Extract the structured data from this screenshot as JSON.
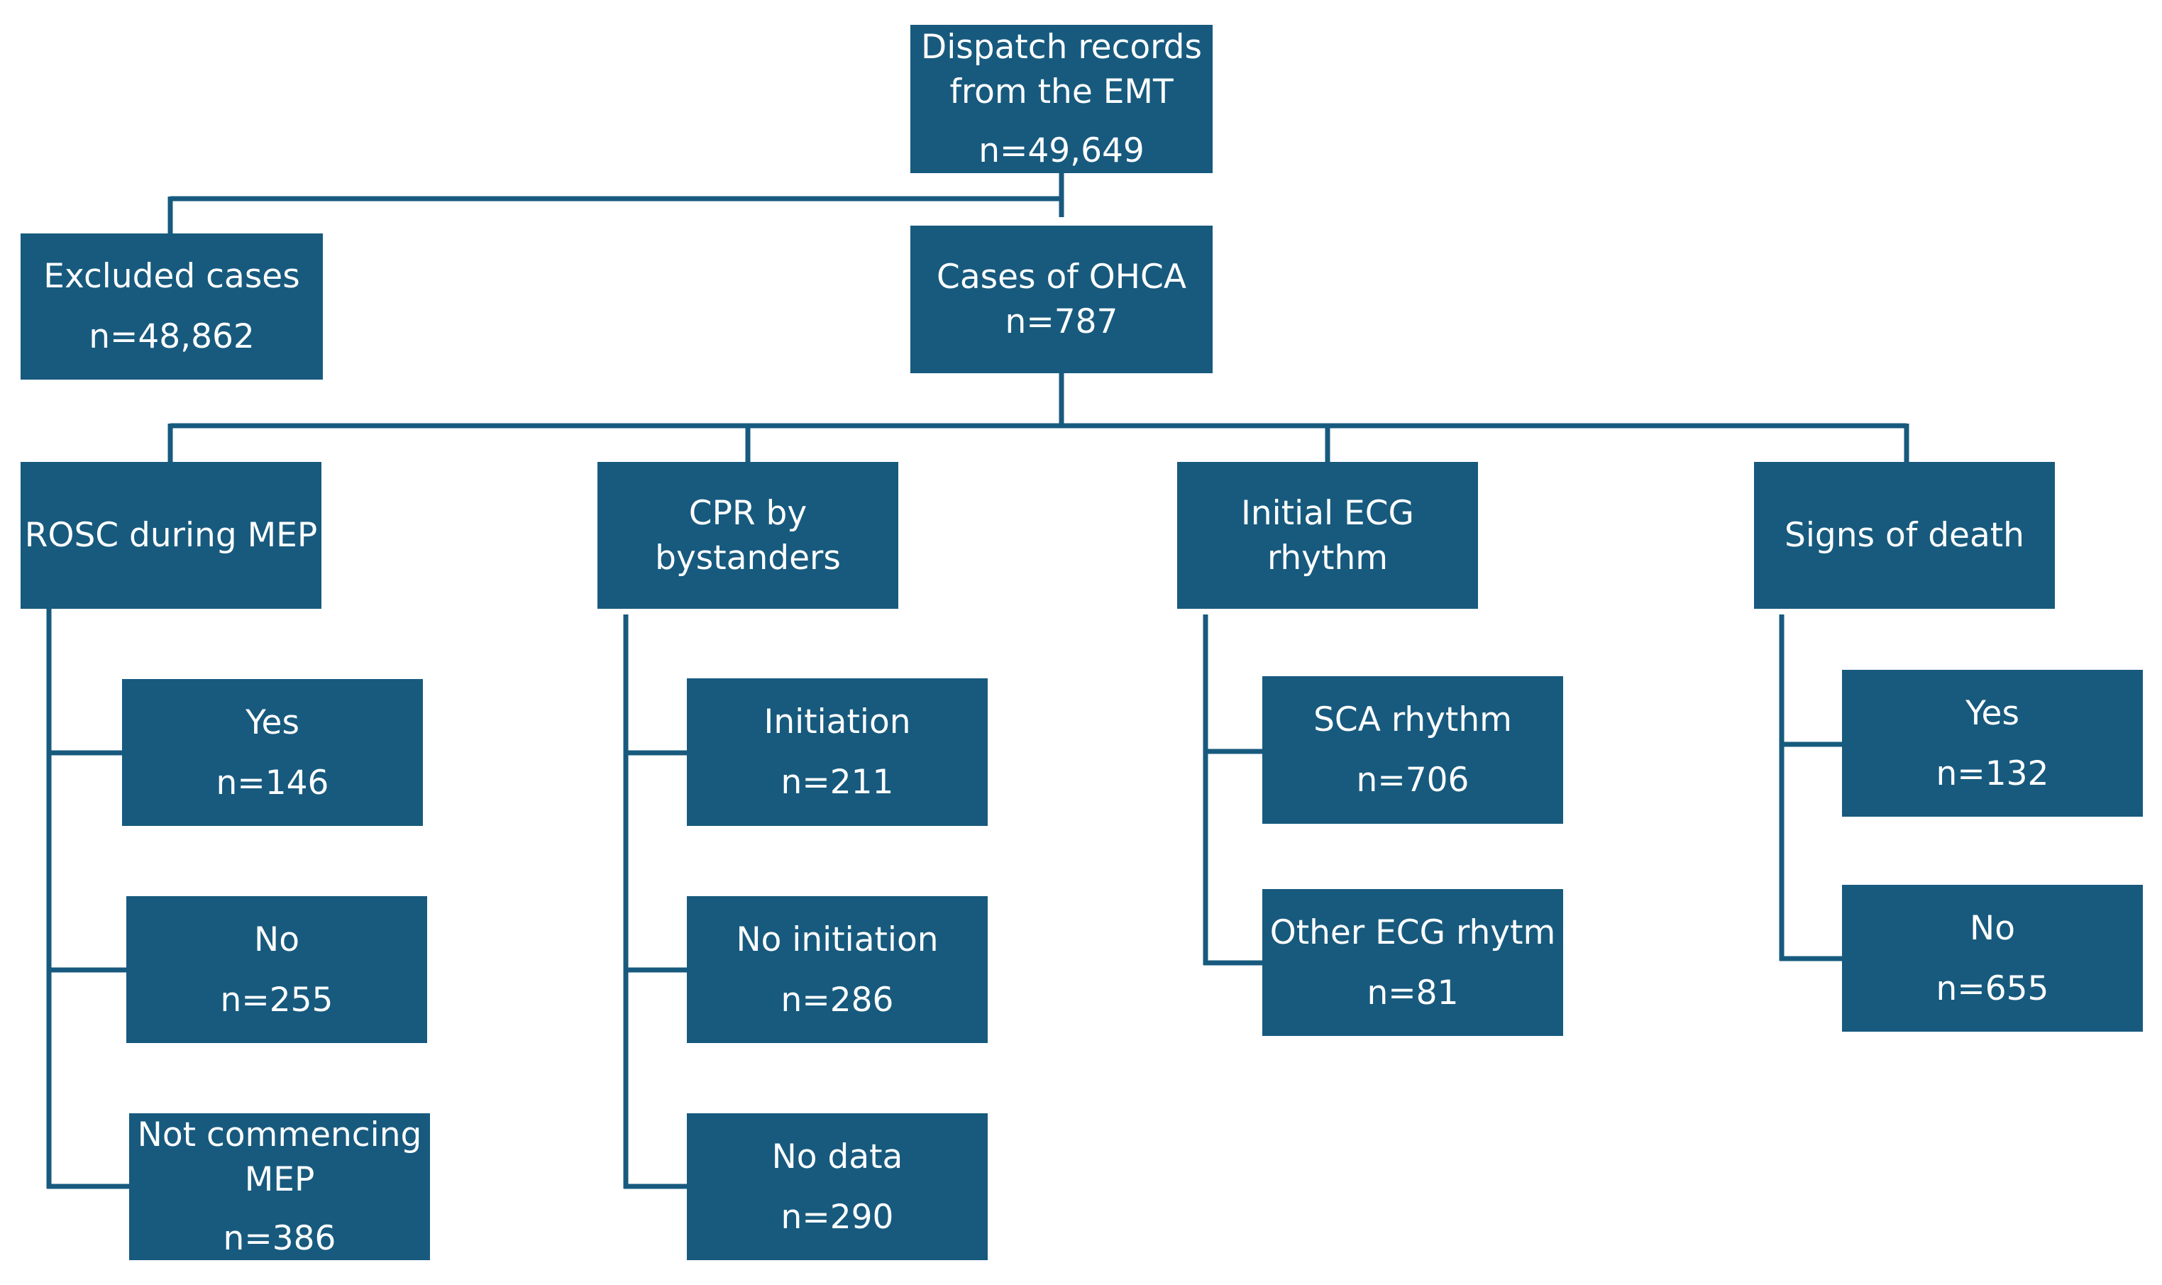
{
  "diagram": {
    "root": {
      "title": "Dispatch records from the EMT",
      "title_line1": "Dispatch records",
      "title_line2": "from the EMT",
      "count": "n=49,649"
    },
    "excluded": {
      "title": "Excluded cases",
      "count": "n=48,862"
    },
    "ohca": {
      "title": "Cases of OHCA",
      "count": "n=787"
    },
    "categories": [
      {
        "title": "ROSC during MEP",
        "children": [
          {
            "title": "Yes",
            "count": "n=146"
          },
          {
            "title": "No",
            "count": "n=255"
          },
          {
            "title_line1": "Not commencing",
            "title_line2": "MEP",
            "count": "n=386"
          }
        ]
      },
      {
        "title_line1": "CPR by",
        "title_line2": "bystanders",
        "children": [
          {
            "title": "Initiation",
            "count": "n=211"
          },
          {
            "title": "No initiation",
            "count": "n=286"
          },
          {
            "title": "No data",
            "count": "n=290"
          }
        ]
      },
      {
        "title_line1": "Initial ECG",
        "title_line2": "rhythm",
        "children": [
          {
            "title": "SCA rhythm",
            "count": "n=706"
          },
          {
            "title": "Other ECG rhytm",
            "count": "n=81"
          }
        ]
      },
      {
        "title": "Signs of death",
        "children": [
          {
            "title": "Yes",
            "count": "n=132"
          },
          {
            "title": "No",
            "count": "n=655"
          }
        ]
      }
    ],
    "colors": {
      "box_fill": "#175a7e",
      "connector": "#175a7e",
      "text": "#ffffff",
      "background": "#ffffff"
    }
  }
}
